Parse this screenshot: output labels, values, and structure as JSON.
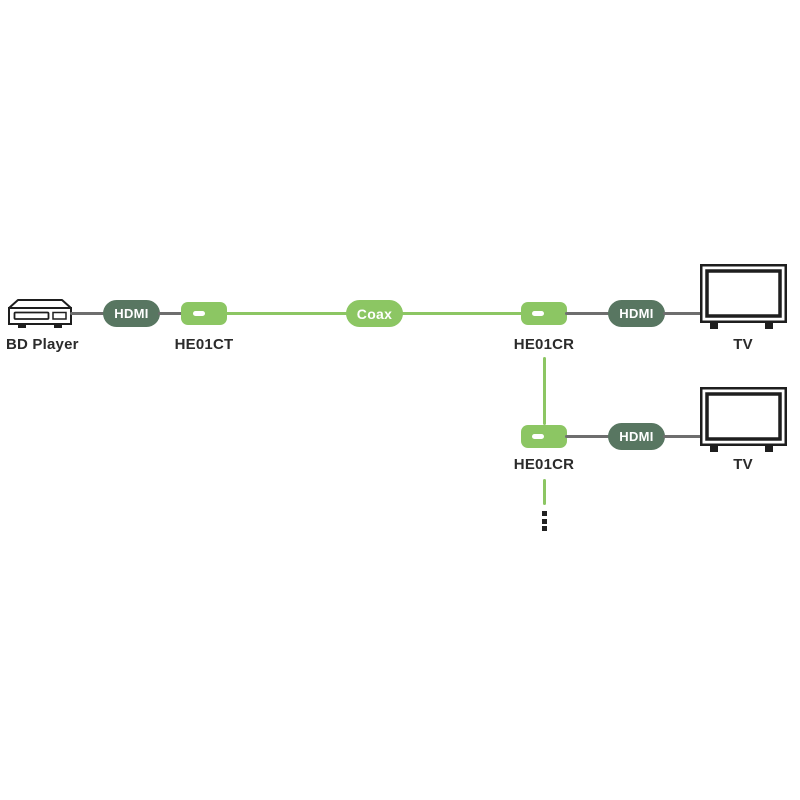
{
  "colors": {
    "green": "#8CC663",
    "sage": "#587661",
    "line": "#6E6E6E",
    "ink": "#2B2B2B",
    "icon": "#1E1E1E"
  },
  "nodes": {
    "source_label": "BD Player",
    "transmitter_label": "HE01CT",
    "receiver1_label": "HE01CR",
    "receiver2_label": "HE01CR",
    "tv1_label": "TV",
    "tv2_label": "TV"
  },
  "connectors": {
    "hdmi_source": "HDMI",
    "coax": "Coax",
    "hdmi_tv1": "HDMI",
    "hdmi_tv2": "HDMI"
  }
}
